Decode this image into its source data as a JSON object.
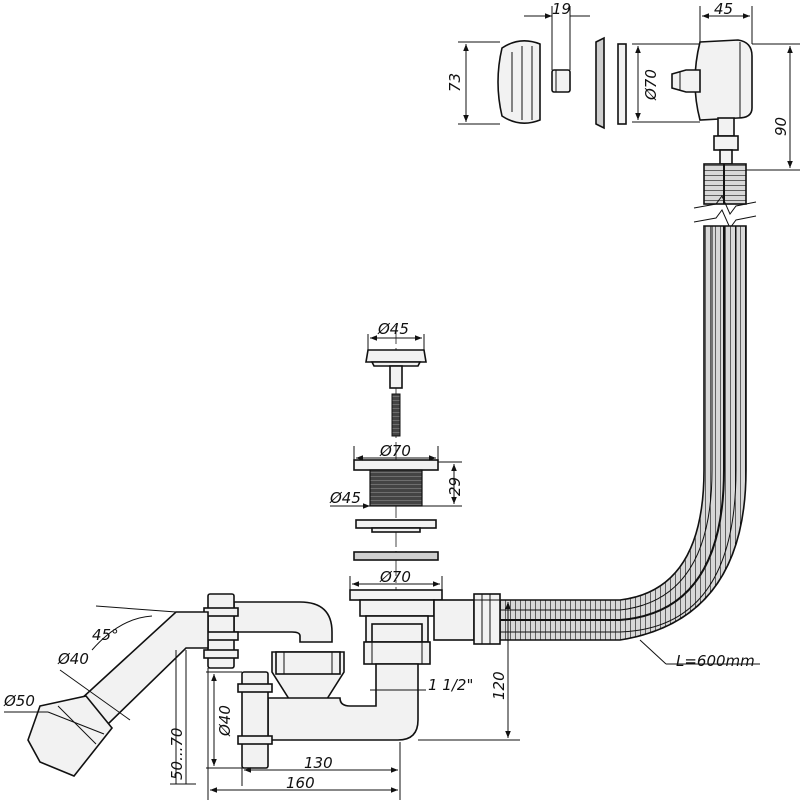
{
  "dimensions": {
    "overflow_width": "19",
    "overflow_depth": "45",
    "cap_height": "73",
    "overflow_diameter": "Ø70",
    "overflow_drop": "90",
    "plug_diameter": "Ø45",
    "flange_top_diameter": "Ø70",
    "flange_height": "29",
    "thread_diameter": "Ø45",
    "flange_bottom_diameter": "Ø70",
    "outlet_angle": "45°",
    "outlet_pipe_diameter": "Ø40",
    "outlet_end_diameter": "Ø50",
    "trap_diameter": "Ø40",
    "height_range": "50...70",
    "length_130": "130",
    "length_160": "160",
    "thread_size": "1 1/2\"",
    "drain_height": "120",
    "hose_length": "L=600mm"
  }
}
